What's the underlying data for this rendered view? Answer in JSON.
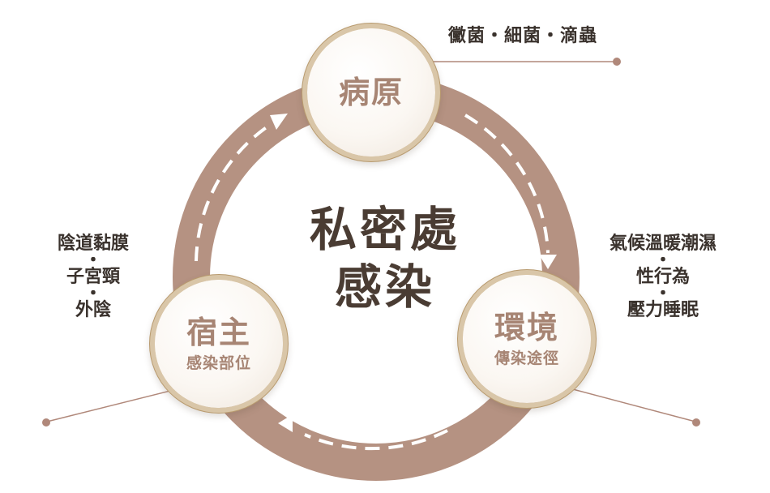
{
  "center": {
    "line1": "私密處",
    "line2": "感染"
  },
  "nodes": {
    "pathogen": {
      "title": "病原"
    },
    "host": {
      "title": "宿主",
      "subtitle": "感染部位"
    },
    "environment": {
      "title": "環境",
      "subtitle": "傳染途徑"
    }
  },
  "labels": {
    "pathogen": "黴菌・細菌・滴蟲",
    "host": [
      "陰道黏膜",
      "・",
      "子宮頸",
      "・",
      "外陰"
    ],
    "environment": [
      "氣候溫暖潮濕",
      "・",
      "性行為",
      "・",
      "壓力睡眠"
    ]
  },
  "colors": {
    "ring": "#b59282",
    "node_text": "#a78574",
    "center_text": "#4a3c33",
    "connector": "#b0887a",
    "label_text": "#3a322d"
  }
}
